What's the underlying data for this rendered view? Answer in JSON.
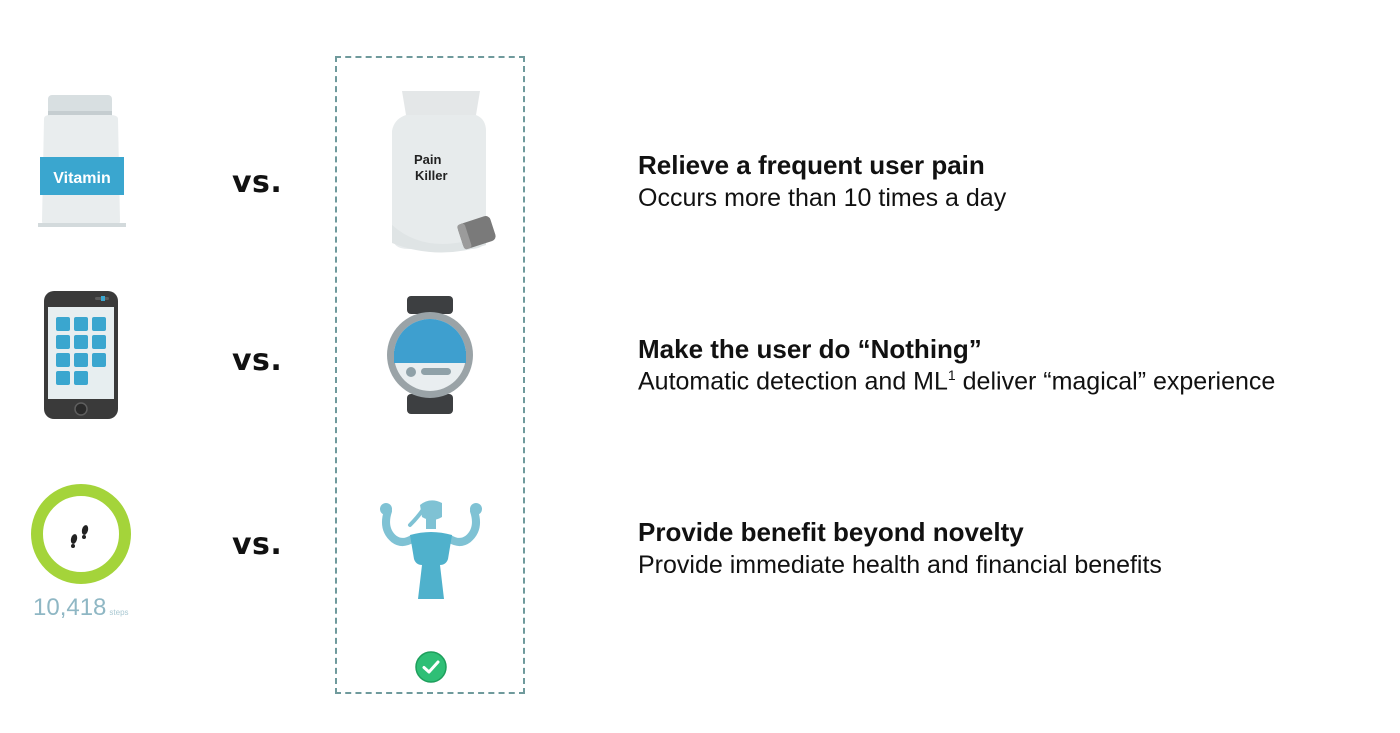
{
  "rows": [
    {
      "left_icon": "vitamin-bottle-icon",
      "left_label": "Vitamin",
      "vs": "vs.",
      "right_icon": "pain-killer-bottle-icon",
      "right_label_line1": "Pain",
      "right_label_line2": "Killer",
      "headline": "Relieve a frequent user pain",
      "subline": "Occurs more than 10 times a day"
    },
    {
      "left_icon": "smartphone-icon",
      "vs": "vs.",
      "right_icon": "smartwatch-icon",
      "headline": "Make the user do “Nothing”",
      "subline_before": "Automatic detection and ML",
      "subline_sup": "1",
      "subline_after": " deliver “magical” experience"
    },
    {
      "left_icon": "step-counter-ring-icon",
      "left_steps_value": "10,418",
      "left_steps_unit": "steps",
      "vs": "vs.",
      "right_icon": "flexing-person-icon",
      "headline": "Provide benefit beyond novelty",
      "subline": "Provide immediate health and financial benefits"
    }
  ],
  "checkmark_icon": "checkmark-circle-icon",
  "colors": {
    "accent_blue": "#3aa6cf",
    "watch_blue": "#3e9fcf",
    "ring_green": "#a4d43a",
    "check_green": "#2fbf76",
    "dashed_border": "#6f9a9c"
  }
}
